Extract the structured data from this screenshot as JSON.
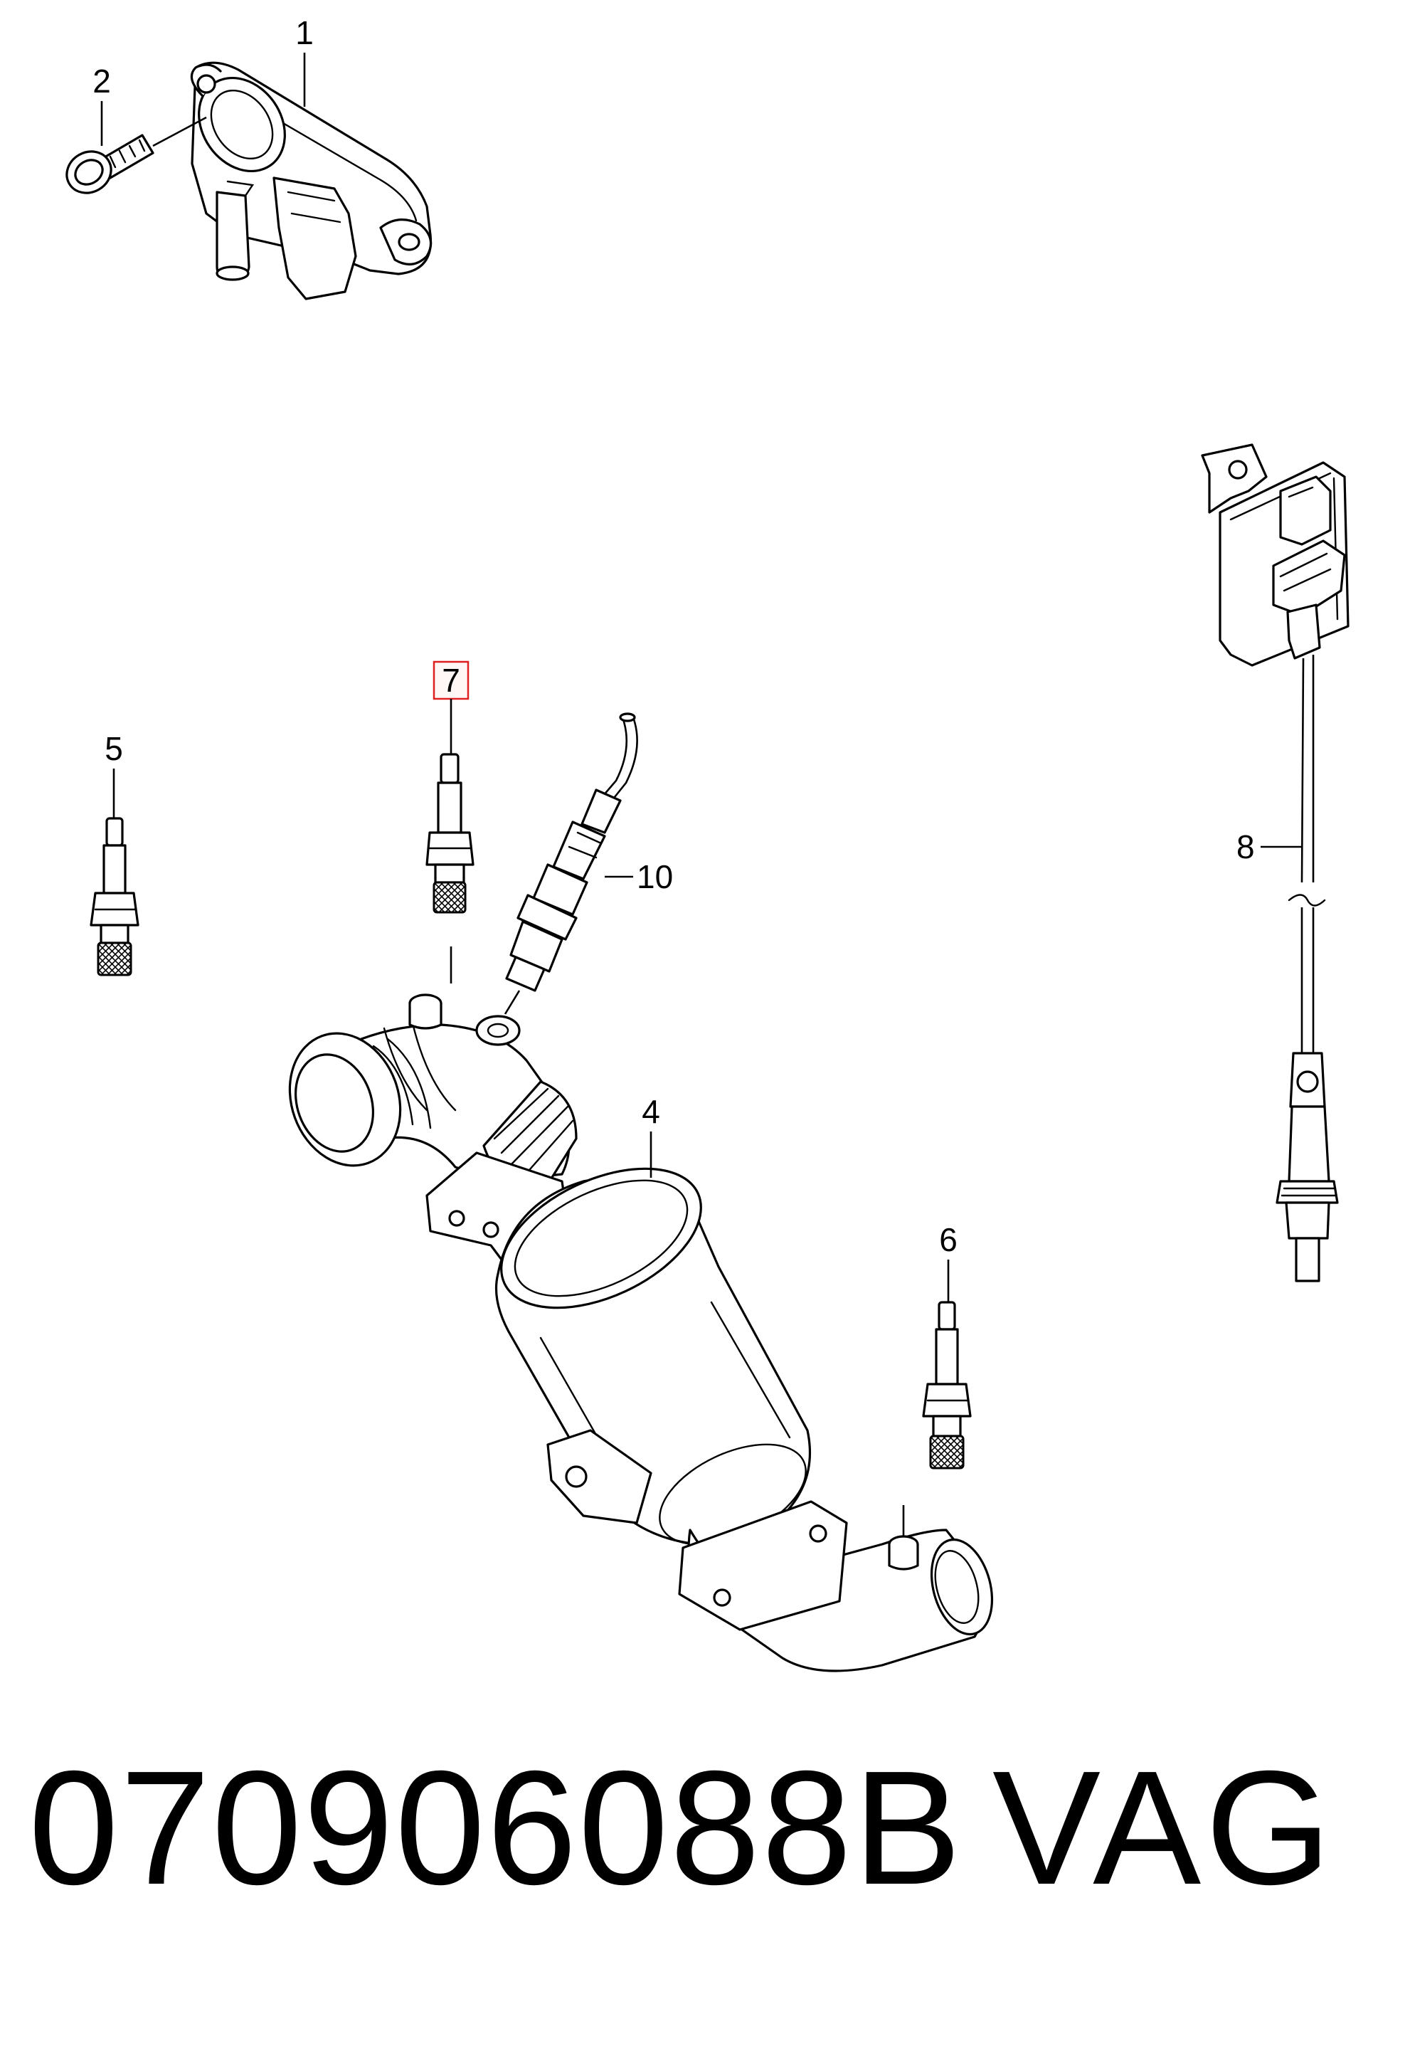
{
  "callouts": {
    "c1": "1",
    "c2": "2",
    "c4": "4",
    "c5": "5",
    "c6": "6",
    "c7": "7",
    "c8": "8",
    "c10": "10"
  },
  "highlight_color": "#e02020",
  "footer": {
    "part_number": "070906088B",
    "brand": "VAG"
  }
}
